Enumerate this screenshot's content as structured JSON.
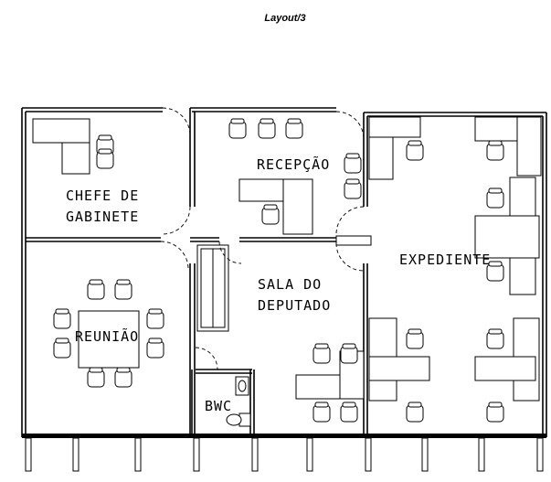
{
  "drawing": {
    "title": "Layout/3",
    "rooms": [
      {
        "key": "chefe",
        "lines": [
          "CHEFE DE",
          "GABINETE"
        ]
      },
      {
        "key": "recepcao",
        "lines": [
          "RECEPÇÃO"
        ]
      },
      {
        "key": "expediente",
        "lines": [
          "EXPEDIENTE"
        ]
      },
      {
        "key": "sala",
        "lines": [
          "SALA DO",
          "DEPUTADO"
        ]
      },
      {
        "key": "reuniao",
        "lines": [
          "REUNIÃO"
        ]
      },
      {
        "key": "bwc",
        "lines": [
          "BWC"
        ]
      }
    ]
  }
}
